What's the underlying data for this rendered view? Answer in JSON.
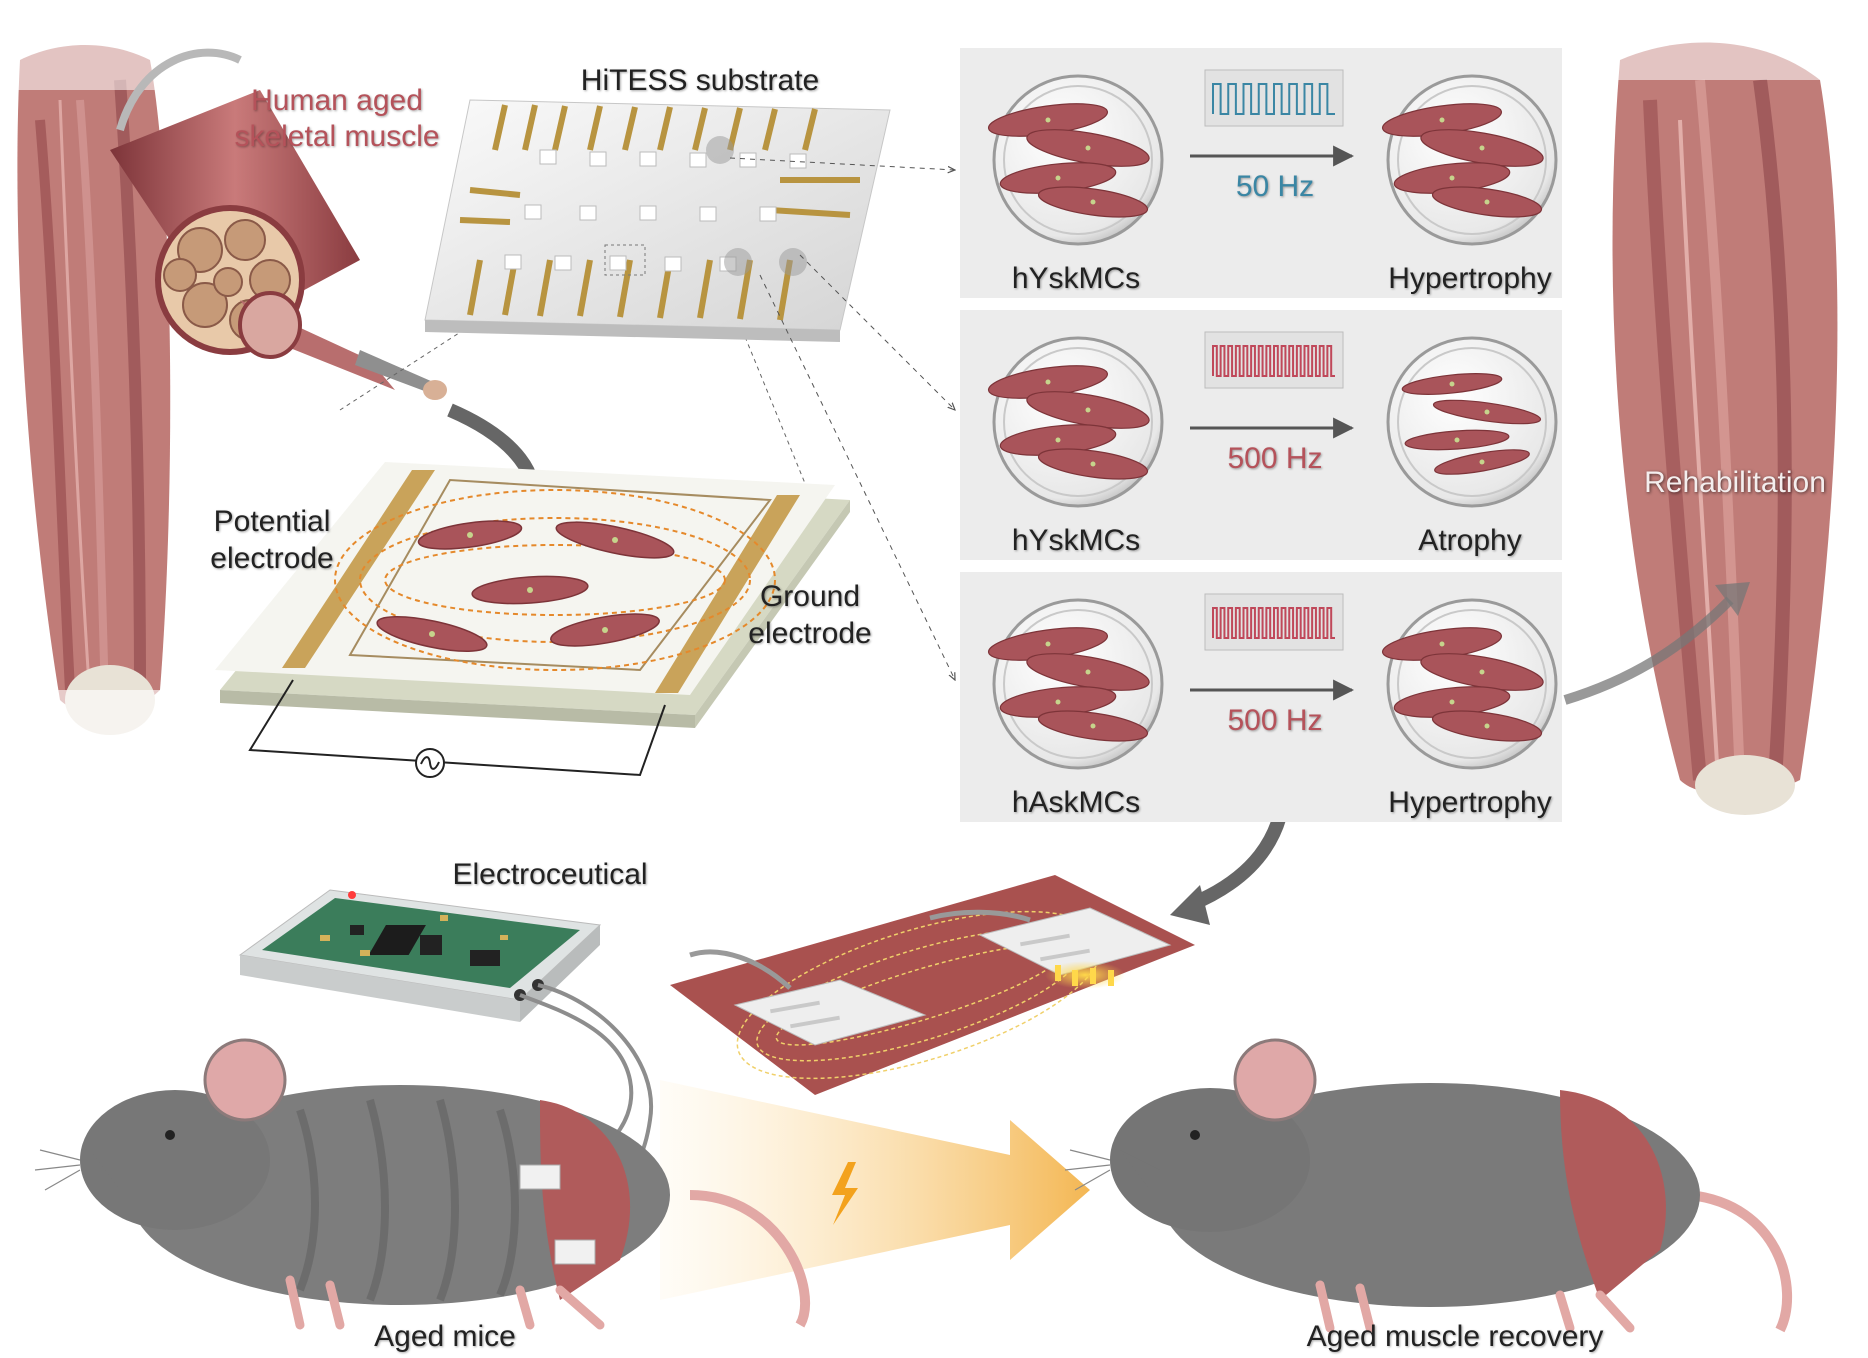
{
  "title_labels": {
    "human_aged": [
      "Human aged",
      "skeletal muscle"
    ],
    "hitess": "HiTESS substrate",
    "potential": [
      "Potential",
      "electrode"
    ],
    "ground": [
      "Ground",
      "electrode"
    ],
    "electroceutical": "Electroceutical",
    "rehabilitation": "Rehabilitation",
    "aged_mice": "Aged mice",
    "aged_recovery": "Aged muscle recovery"
  },
  "panels": [
    {
      "cells_left": "hYskMCs",
      "frequency": "50 Hz",
      "outcome": "Hypertrophy",
      "freq_color": "#3a86a4",
      "wave_color": "#3a86a4"
    },
    {
      "cells_left": "hYskMCs",
      "frequency": "500 Hz",
      "outcome": "Atrophy",
      "freq_color": "#b5525a",
      "wave_color": "#c0485a"
    },
    {
      "cells_left": "hAskMCs",
      "frequency": "500 Hz",
      "outcome": "Hypertrophy",
      "freq_color": "#b5525a",
      "wave_color": "#c0485a"
    }
  ],
  "colors": {
    "muscle": "#a9545a",
    "muscle_light": "#d59a98",
    "gold": "#c9a35a",
    "panel_bg": "#ececec",
    "mouse": "#707070",
    "arrow_orange": "#f3b34a"
  },
  "icons": {
    "ac_source": "ac-source-icon",
    "lightning": "lightning-icon"
  }
}
